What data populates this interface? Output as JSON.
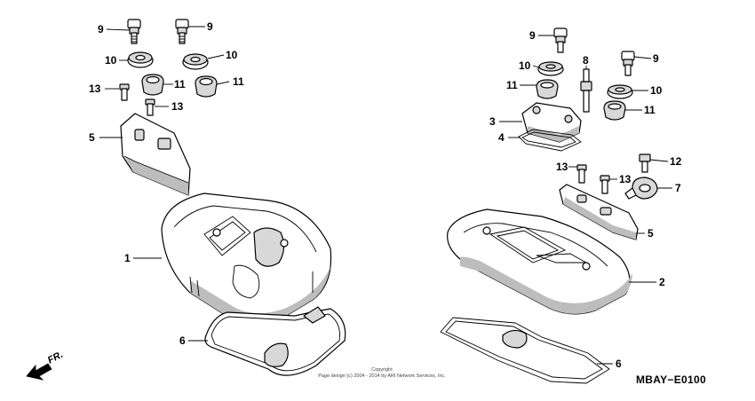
{
  "diagram": {
    "code": "MBAY−E0100",
    "direction_label": "FR.",
    "copyright_line1": "Copyright",
    "copyright_line2": "Page design (c) 2004 - 2014 by ARI Network Services, Inc.",
    "callouts": {
      "left_bolt_a": "9",
      "left_bolt_b": "9",
      "left_washer_a": "10",
      "left_washer_b": "10",
      "left_screw_a": "13",
      "left_grommet_a": "11",
      "left_grommet_b": "11",
      "left_screw_b": "13",
      "left_cover_plate": "5",
      "left_head_cover": "1",
      "left_gasket": "6",
      "right_bolt_a": "9",
      "right_washer_a": "10",
      "right_grommet_a": "11",
      "right_stud": "8",
      "right_bolt_b": "9",
      "right_washer_b": "10",
      "right_grommet_b": "11",
      "right_breather_cover": "3",
      "right_breather_gasket": "4",
      "right_screw_a": "13",
      "right_screw_b": "13",
      "right_clamp_bolt": "12",
      "right_clamp": "7",
      "right_cover_plate": "5",
      "right_head_cover": "2",
      "right_gasket": "6"
    }
  }
}
